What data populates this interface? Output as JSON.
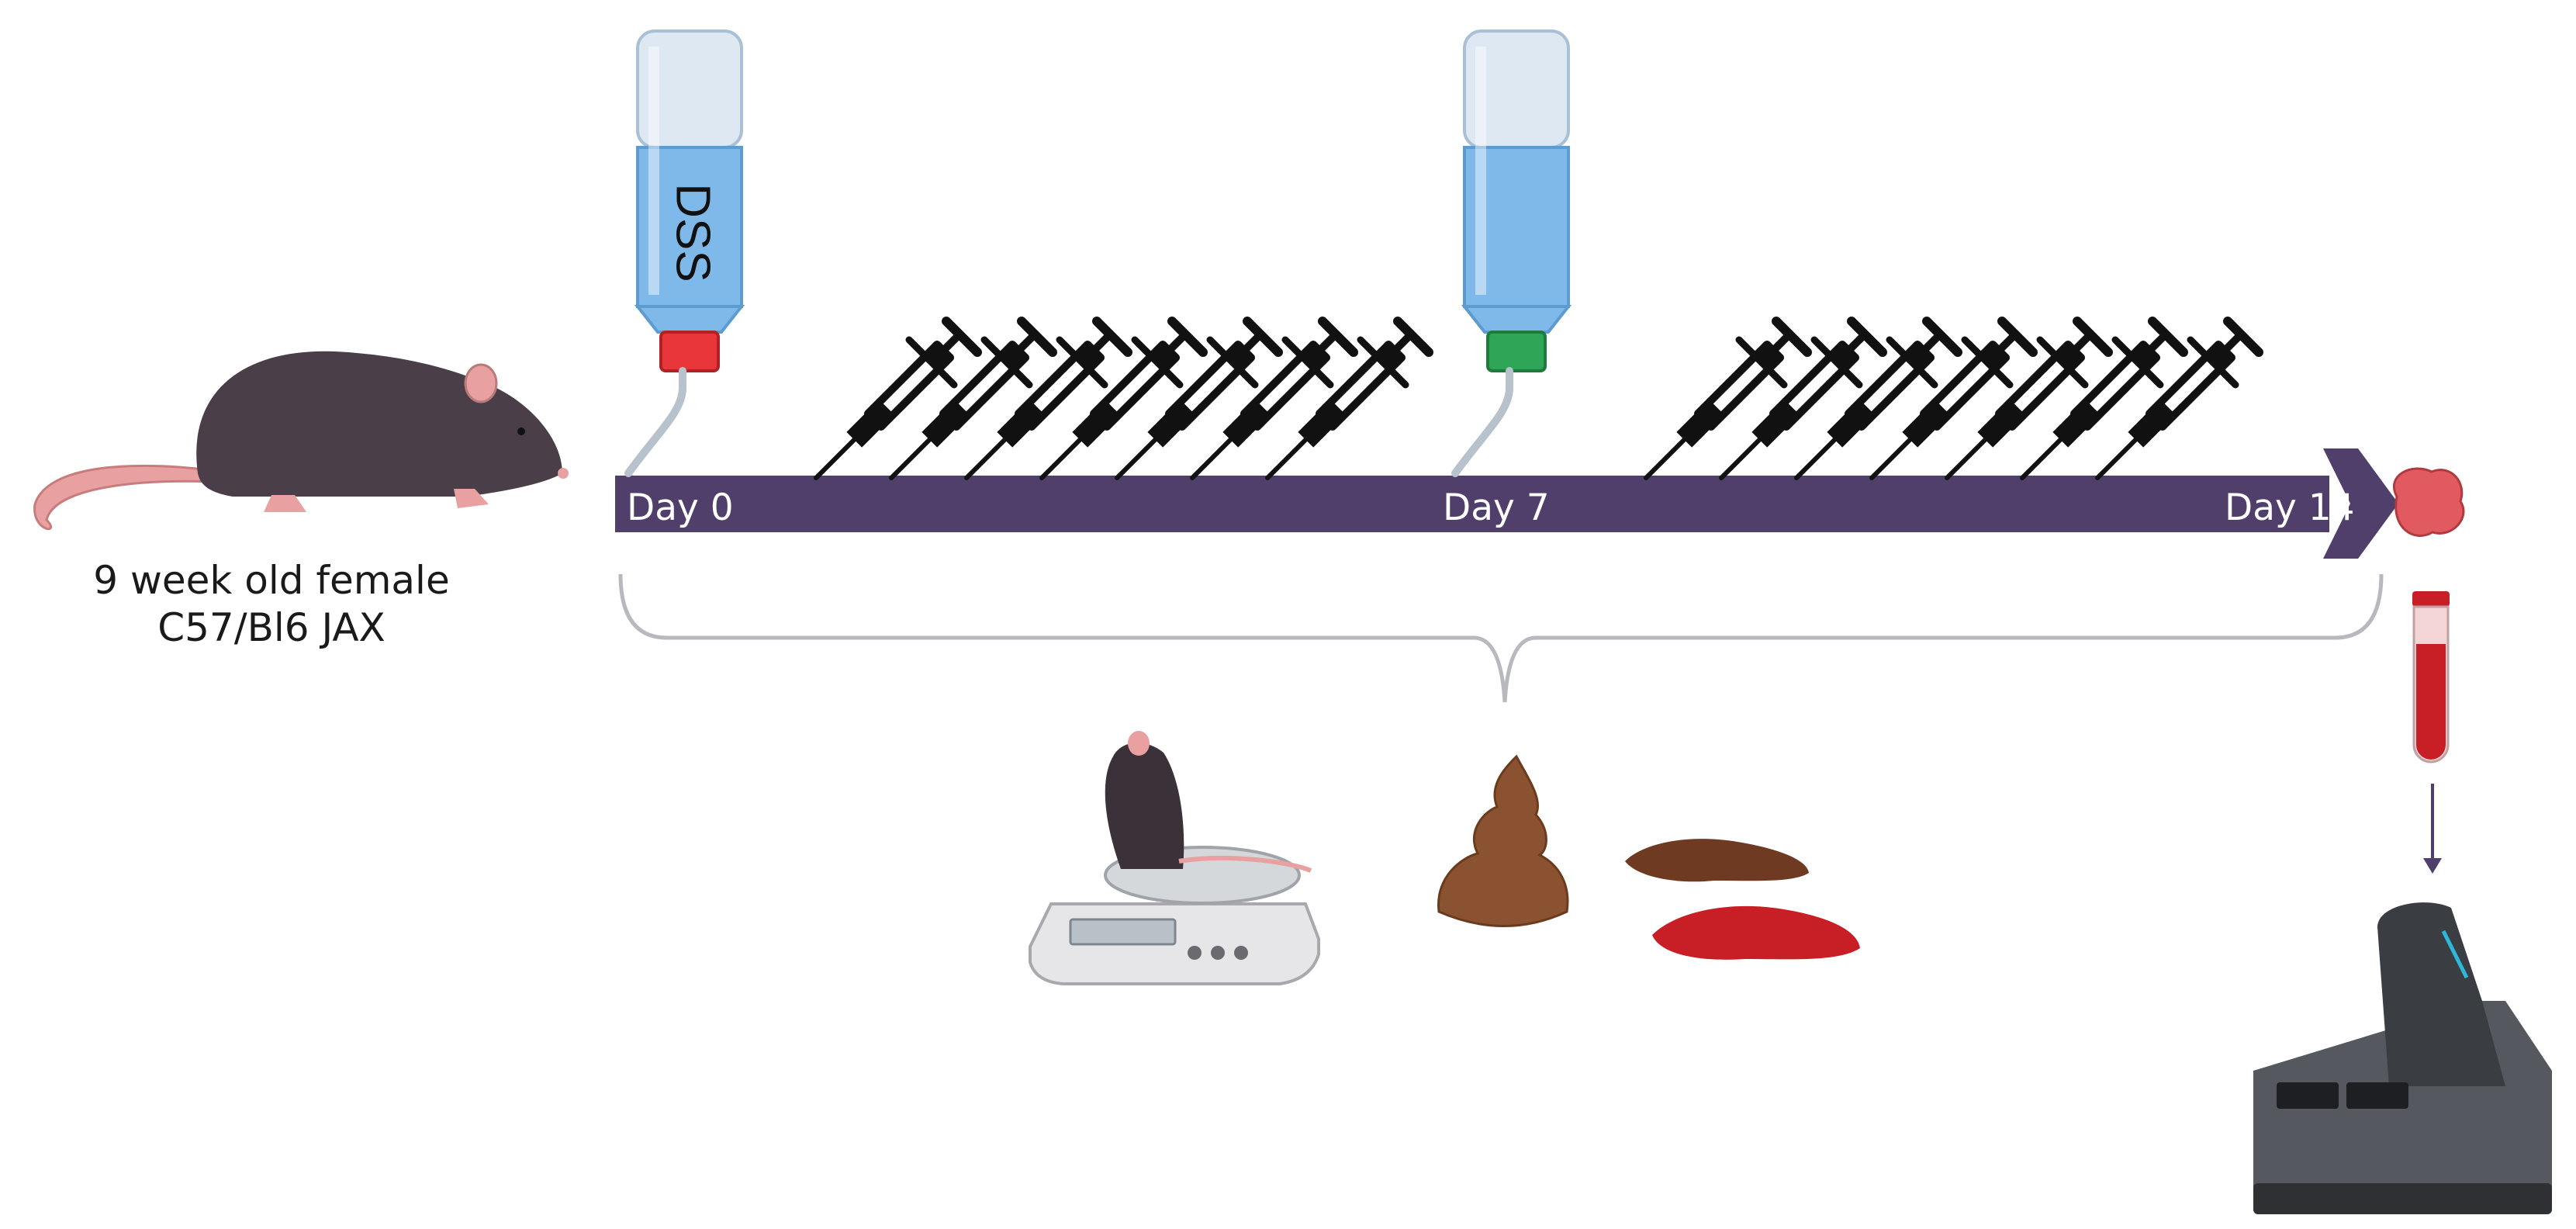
{
  "mouse": {
    "caption_line1": "9 week old female",
    "caption_line2": "C57/Bl6 JAX"
  },
  "timeline": {
    "day0_label": "Day 0",
    "day7_label": "Day 7",
    "day14_label": "Day 14",
    "bar_color": "#4f3f6a"
  },
  "bottles": [
    {
      "label": "DSS",
      "cap_color": "#e8363a",
      "cap": "red-cap"
    },
    {
      "label": "",
      "cap_color": "#2fa657",
      "cap": "green-cap"
    }
  ],
  "colors": {
    "water": "#7fb9ea",
    "mouse_fur": "#4a3f48",
    "mouse_pink": "#e8a0a0",
    "stool": "#8a5230",
    "blood": "#c81f26"
  }
}
